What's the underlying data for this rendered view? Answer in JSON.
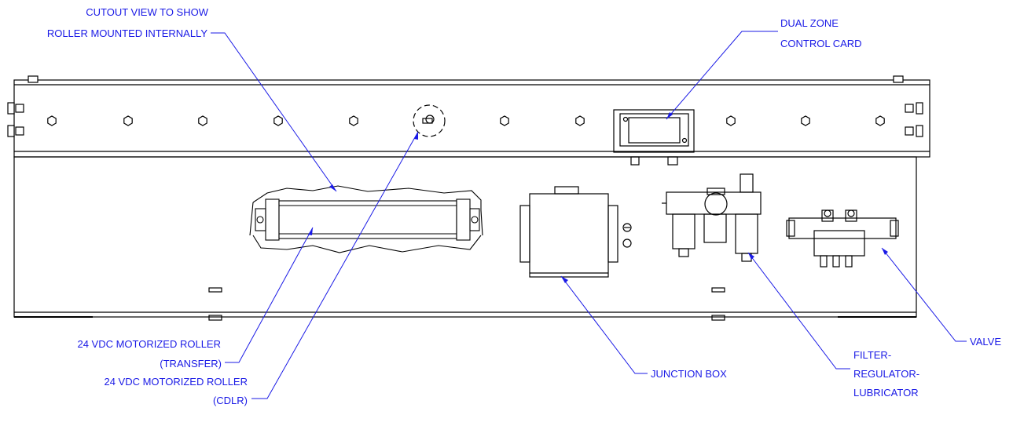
{
  "labels": {
    "cutout_1": "CUTOUT VIEW TO SHOW",
    "cutout_2": "ROLLER MOUNTED INTERNALLY",
    "dual_1": "DUAL ZONE",
    "dual_2": "CONTROL CARD",
    "transfer_1": "24 VDC MOTORIZED ROLLER",
    "transfer_2": "(TRANSFER)",
    "cdlr_1": "24 VDC MOTORIZED ROLLER",
    "cdlr_2": "(CDLR)",
    "junction": "JUNCTION BOX",
    "frl_1": "FILTER-",
    "frl_2": "REGULATOR-",
    "frl_3": "LUBRICATOR",
    "valve": "VALVE"
  },
  "colors": {
    "label": "#1a1ae6",
    "drawing": "#000000"
  }
}
